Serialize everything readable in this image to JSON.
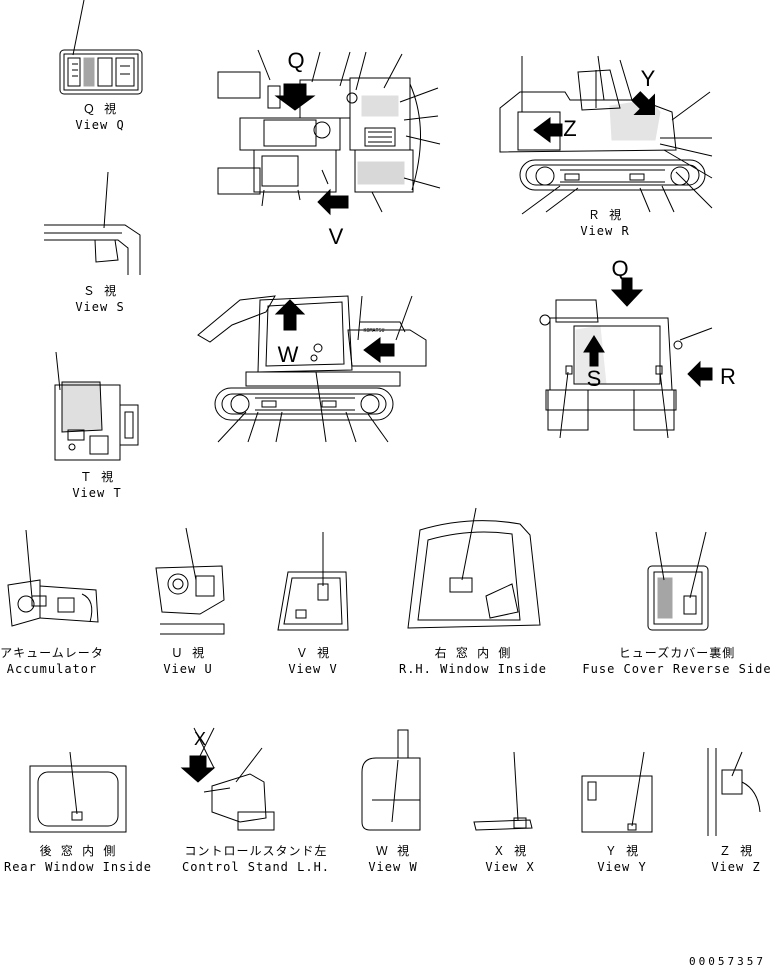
{
  "views": {
    "q": {
      "jp": "Ｑ 視",
      "en": "View Q"
    },
    "s": {
      "jp": "Ｓ 視",
      "en": "View S"
    },
    "t": {
      "jp": "Ｔ 視",
      "en": "View T"
    },
    "r": {
      "jp": "Ｒ 視",
      "en": "View R"
    },
    "u": {
      "jp": "Ｕ 視",
      "en": "View U"
    },
    "v": {
      "jp": "Ｖ 視",
      "en": "View V"
    },
    "w": {
      "jp": "Ｗ 視",
      "en": "View W"
    },
    "x": {
      "jp": "Ｘ 視",
      "en": "View X"
    },
    "y": {
      "jp": "Ｙ 視",
      "en": "View Y"
    },
    "z": {
      "jp": "Ｚ 視",
      "en": "View Z"
    },
    "accumulator": {
      "jp": "アキュームレータ",
      "en": "Accumulator"
    },
    "rh_window": {
      "jp": "右 窓 内 側",
      "en": "R.H. Window Inside"
    },
    "fuse_cover": {
      "jp": "ヒューズカバー裏側",
      "en": "Fuse Cover Reverse Side"
    },
    "rear_window": {
      "jp": "後 窓 内 側",
      "en": "Rear Window Inside"
    },
    "control_stand": {
      "jp": "コントロールスタンド左",
      "en": "Control Stand L.H."
    }
  },
  "view_letters": {
    "q_top": "Q",
    "v_top": "V",
    "y_side": "Y",
    "z_side": "Z",
    "w_side": "W",
    "q_rear": "Q",
    "s_rear": "S",
    "r_rear": "R",
    "x_stand": "X"
  },
  "brand_mark": "KOMATSU",
  "drawing_number": "00057357"
}
